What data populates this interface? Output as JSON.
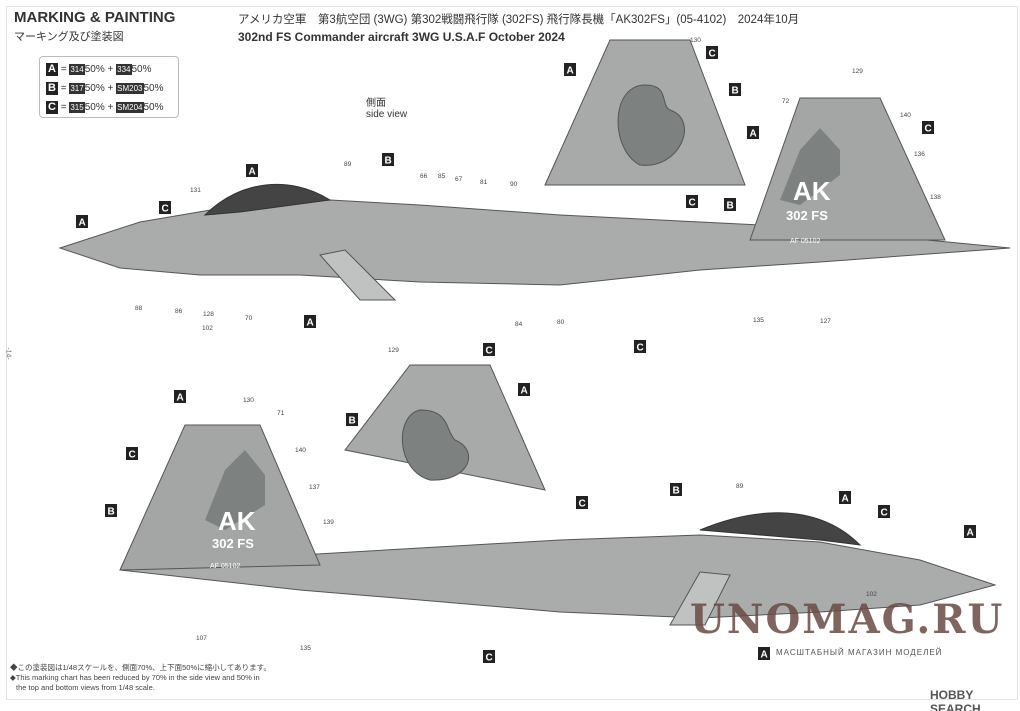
{
  "header": {
    "title": "MARKING & PAINTING",
    "subtitle": "マーキング及び塗装図",
    "jp_caption": "アメリカ空軍　第3航空団 (3WG) 第302戦闘飛行隊 (302FS) 飛行隊長機「AK302FS」(05-4102)　2024年10月",
    "en_caption": "302nd FS Commander aircraft  3WG U.S.A.F October 2024"
  },
  "legend": [
    {
      "letter": "A",
      "c1": "314",
      "p1": "50%",
      "c2": "334",
      "p2": "50%"
    },
    {
      "letter": "B",
      "c1": "317",
      "p1": "50%",
      "c2": "SM203",
      "p2": "50%"
    },
    {
      "letter": "C",
      "c1": "315",
      "p1": "50%",
      "c2": "SM204",
      "p2": "50%"
    }
  ],
  "view_label": {
    "jp": "側面",
    "en": "side view"
  },
  "markings": {
    "tail_code": "AK",
    "squadron": "302 FS",
    "serial": "AF 05102",
    "nose": "102"
  },
  "callouts_top": [
    "131",
    "89",
    "66",
    "85",
    "67",
    "81",
    "90",
    "88",
    "86",
    "128",
    "70",
    "84",
    "80",
    "135",
    "127",
    "130",
    "129",
    "72",
    "140",
    "136",
    "138"
  ],
  "callouts_bottom": [
    "129",
    "130",
    "71",
    "140",
    "137",
    "139",
    "107",
    "135",
    "89"
  ],
  "notes": {
    "jp": "◆この塗装図は1/48スケールを、側面70%、上下面50%に縮小してあります。",
    "en1": "◆This marking chart has been reduced by 70% in the side view and 50% in",
    "en2": "the top and bottom views from 1/48 scale."
  },
  "page_number": "-14-",
  "watermark": {
    "main": "UNOMAG.RU",
    "sub": "МАСШТАБНЫЙ МАГАЗИН МОДЕЛЕЙ",
    "brand": "HOBBY SEARCH"
  }
}
